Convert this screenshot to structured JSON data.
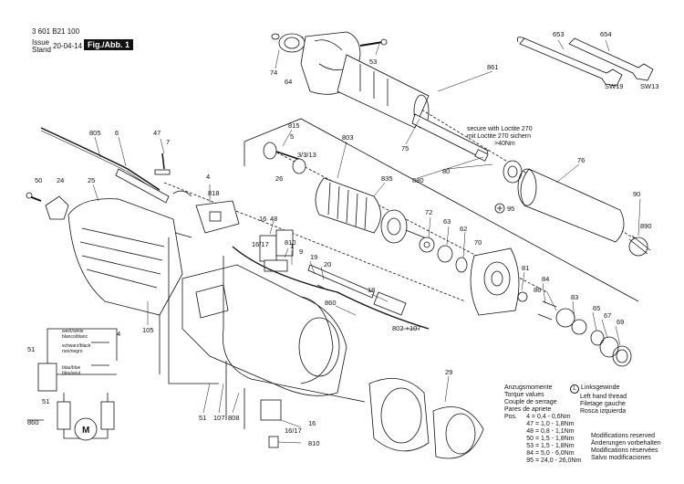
{
  "header": {
    "part_number": "3 601 B21 100",
    "issue_label": "Issue",
    "stand_label": "Stand",
    "date": "20-04-14",
    "figure": "Fig./Abb. 1"
  },
  "loctite_note": [
    "secure with Loctite 270",
    "mit Loctite 270 sichern",
    ">40Nm"
  ],
  "torque_table": {
    "titles": [
      "Anzugsmomente",
      "Torque values",
      "Couple de serrage",
      "Pares de apriete"
    ],
    "pos_label": "Pos.",
    "rows": [
      {
        "pos": "4",
        "value": "= 0,4 - 0,6Nm"
      },
      {
        "pos": "47",
        "value": "= 1,0 - 1,8Nm"
      },
      {
        "pos": "48",
        "value": "= 0,8 - 1,1Nm"
      },
      {
        "pos": "50",
        "value": "= 1,5 - 1,8Nm"
      },
      {
        "pos": "53",
        "value": "= 1,5 - 1,8Nm"
      },
      {
        "pos": "84",
        "value": "= 5,0 - 6,0Nm"
      },
      {
        "pos": "95",
        "value": "= 24,0 - 26,0Nm"
      }
    ]
  },
  "thread_note": {
    "symbol": "L",
    "lines": [
      "Linksgewinde",
      "Left hand thread",
      "Filetage gauche",
      "Rosca izquierda"
    ]
  },
  "modifications": [
    "Modifications reserved",
    "Änderungen vorbehalten",
    "Modifications réservées",
    "Salvo modificaciones"
  ],
  "wiring_legend": [
    "weiß/white",
    "blanco/blanc",
    "schwarz/black",
    "noir/negro",
    "blau/blue",
    "bleu/azul"
  ],
  "motor_symbol": "M",
  "wrench_sizes": {
    "left": "SW19",
    "right": "SW13"
  },
  "part_labels": {
    "p653": "653",
    "p654": "654",
    "p53": "53",
    "p74": "74",
    "p64": "64",
    "p861": "861",
    "p815": "815",
    "p803": "803",
    "p5": "5",
    "p3313": "3/3/13",
    "p26": "26",
    "p835": "835",
    "p75": "75",
    "p880": "880",
    "p80": "80",
    "p76": "76",
    "p95": "95",
    "p90": "90",
    "p890": "890",
    "p805": "805",
    "p6": "6",
    "p47": "47",
    "p7": "7",
    "p50": "50",
    "p24": "24",
    "p25": "25",
    "p4": "4",
    "p818": "818",
    "p16": "16",
    "p48": "48",
    "p1617": "16/17",
    "p810": "810",
    "p1": "1",
    "p9": "9",
    "p19": "19",
    "p20": "20",
    "p72": "72",
    "p63": "63",
    "p62": "62",
    "p70": "70",
    "p81": "81",
    "p84": "84",
    "p86": "86",
    "p83": "83",
    "p65": "65",
    "p67": "67",
    "p69": "69",
    "p18": "18",
    "p860": "860",
    "p802": "802 +107",
    "p105": "105",
    "p29": "29",
    "p51": "51",
    "p107": "107",
    "p808": "808",
    "p16b": "16",
    "p1617b": "16/17",
    "p810b": "810",
    "p51a": "51",
    "p4b": "4",
    "p51b": "51",
    "p860b": "860"
  }
}
